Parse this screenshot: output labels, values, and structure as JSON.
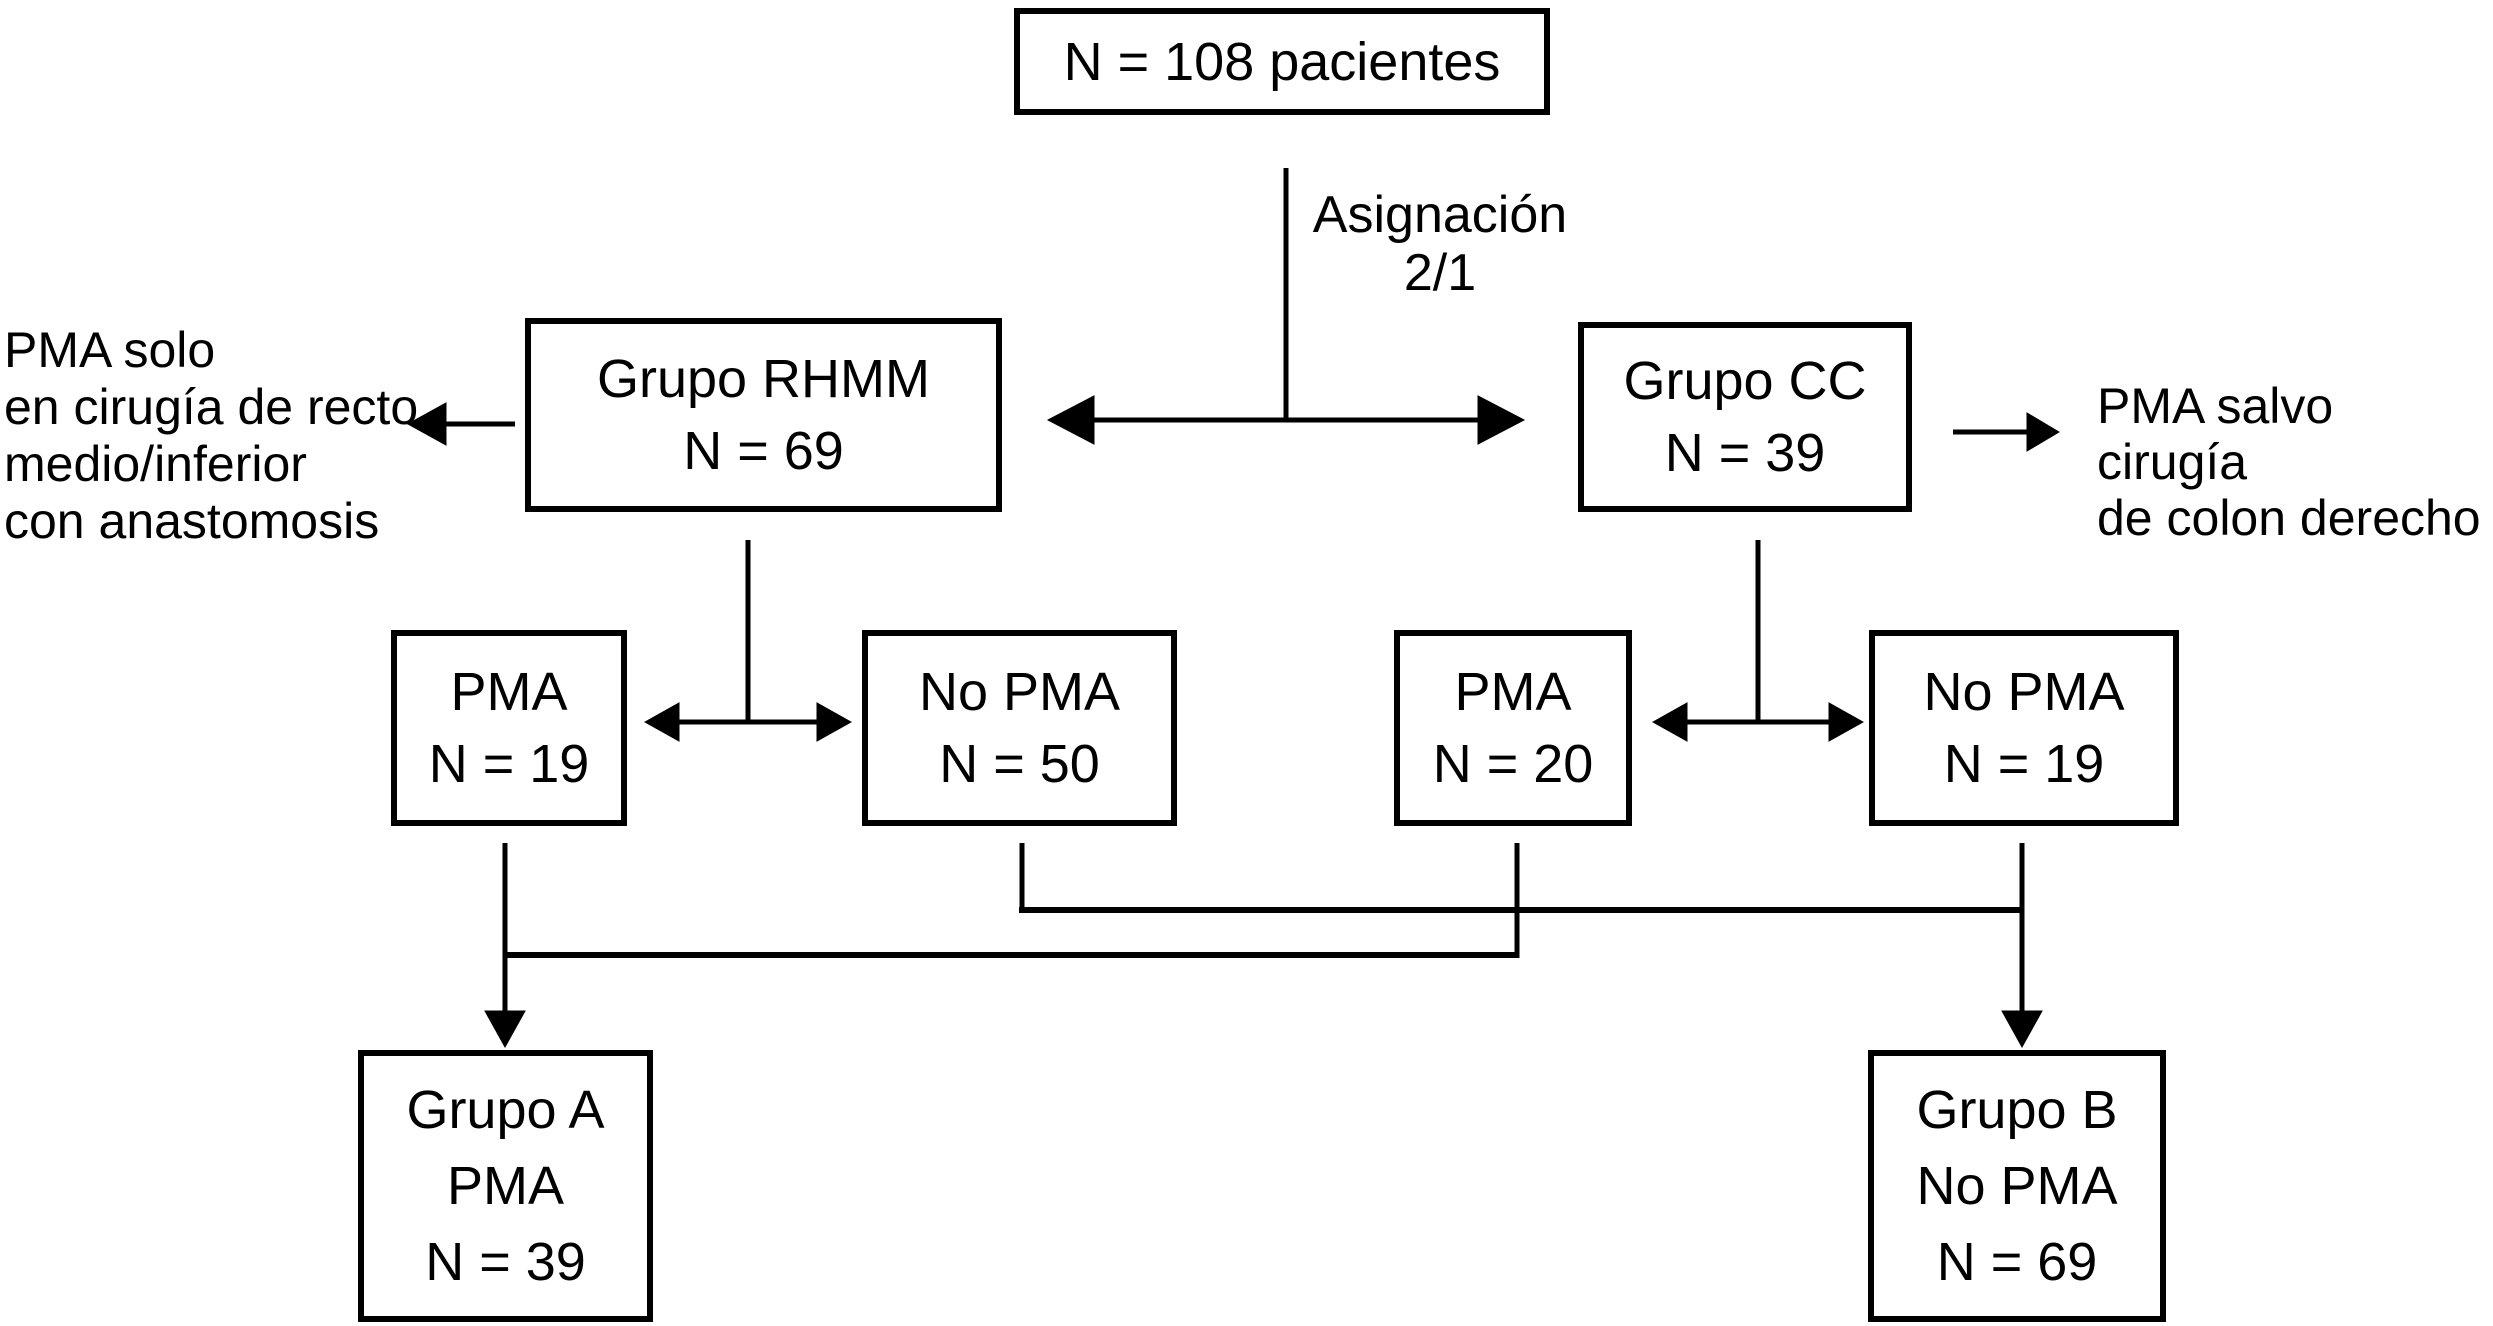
{
  "figure": {
    "background": "#ffffff",
    "line_color": "#000000",
    "nodes": {
      "total": {
        "label": "N = 108 pacientes"
      },
      "rhmm": {
        "label": "Grupo RHMM\nN = 69"
      },
      "cc": {
        "label": "Grupo CC\nN = 39"
      },
      "pma19": {
        "label": "PMA\nN = 19"
      },
      "nopma50": {
        "label": "No PMA\nN = 50"
      },
      "pma20": {
        "label": "PMA\nN = 20"
      },
      "nopma19": {
        "label": "No PMA\nN = 19"
      },
      "grupo_a": {
        "label": "Grupo A\nPMA\nN = 39"
      },
      "grupo_b": {
        "label": "Grupo B\nNo PMA\nN = 69"
      }
    },
    "labels": {
      "allocation": "Asignación\n2/1",
      "left_note": "PMA solo\nen cirugía de recto\nmedio/inferior\ncon anastomosis",
      "right_note": "PMA salvo cirugía\nde colon derecho"
    }
  }
}
